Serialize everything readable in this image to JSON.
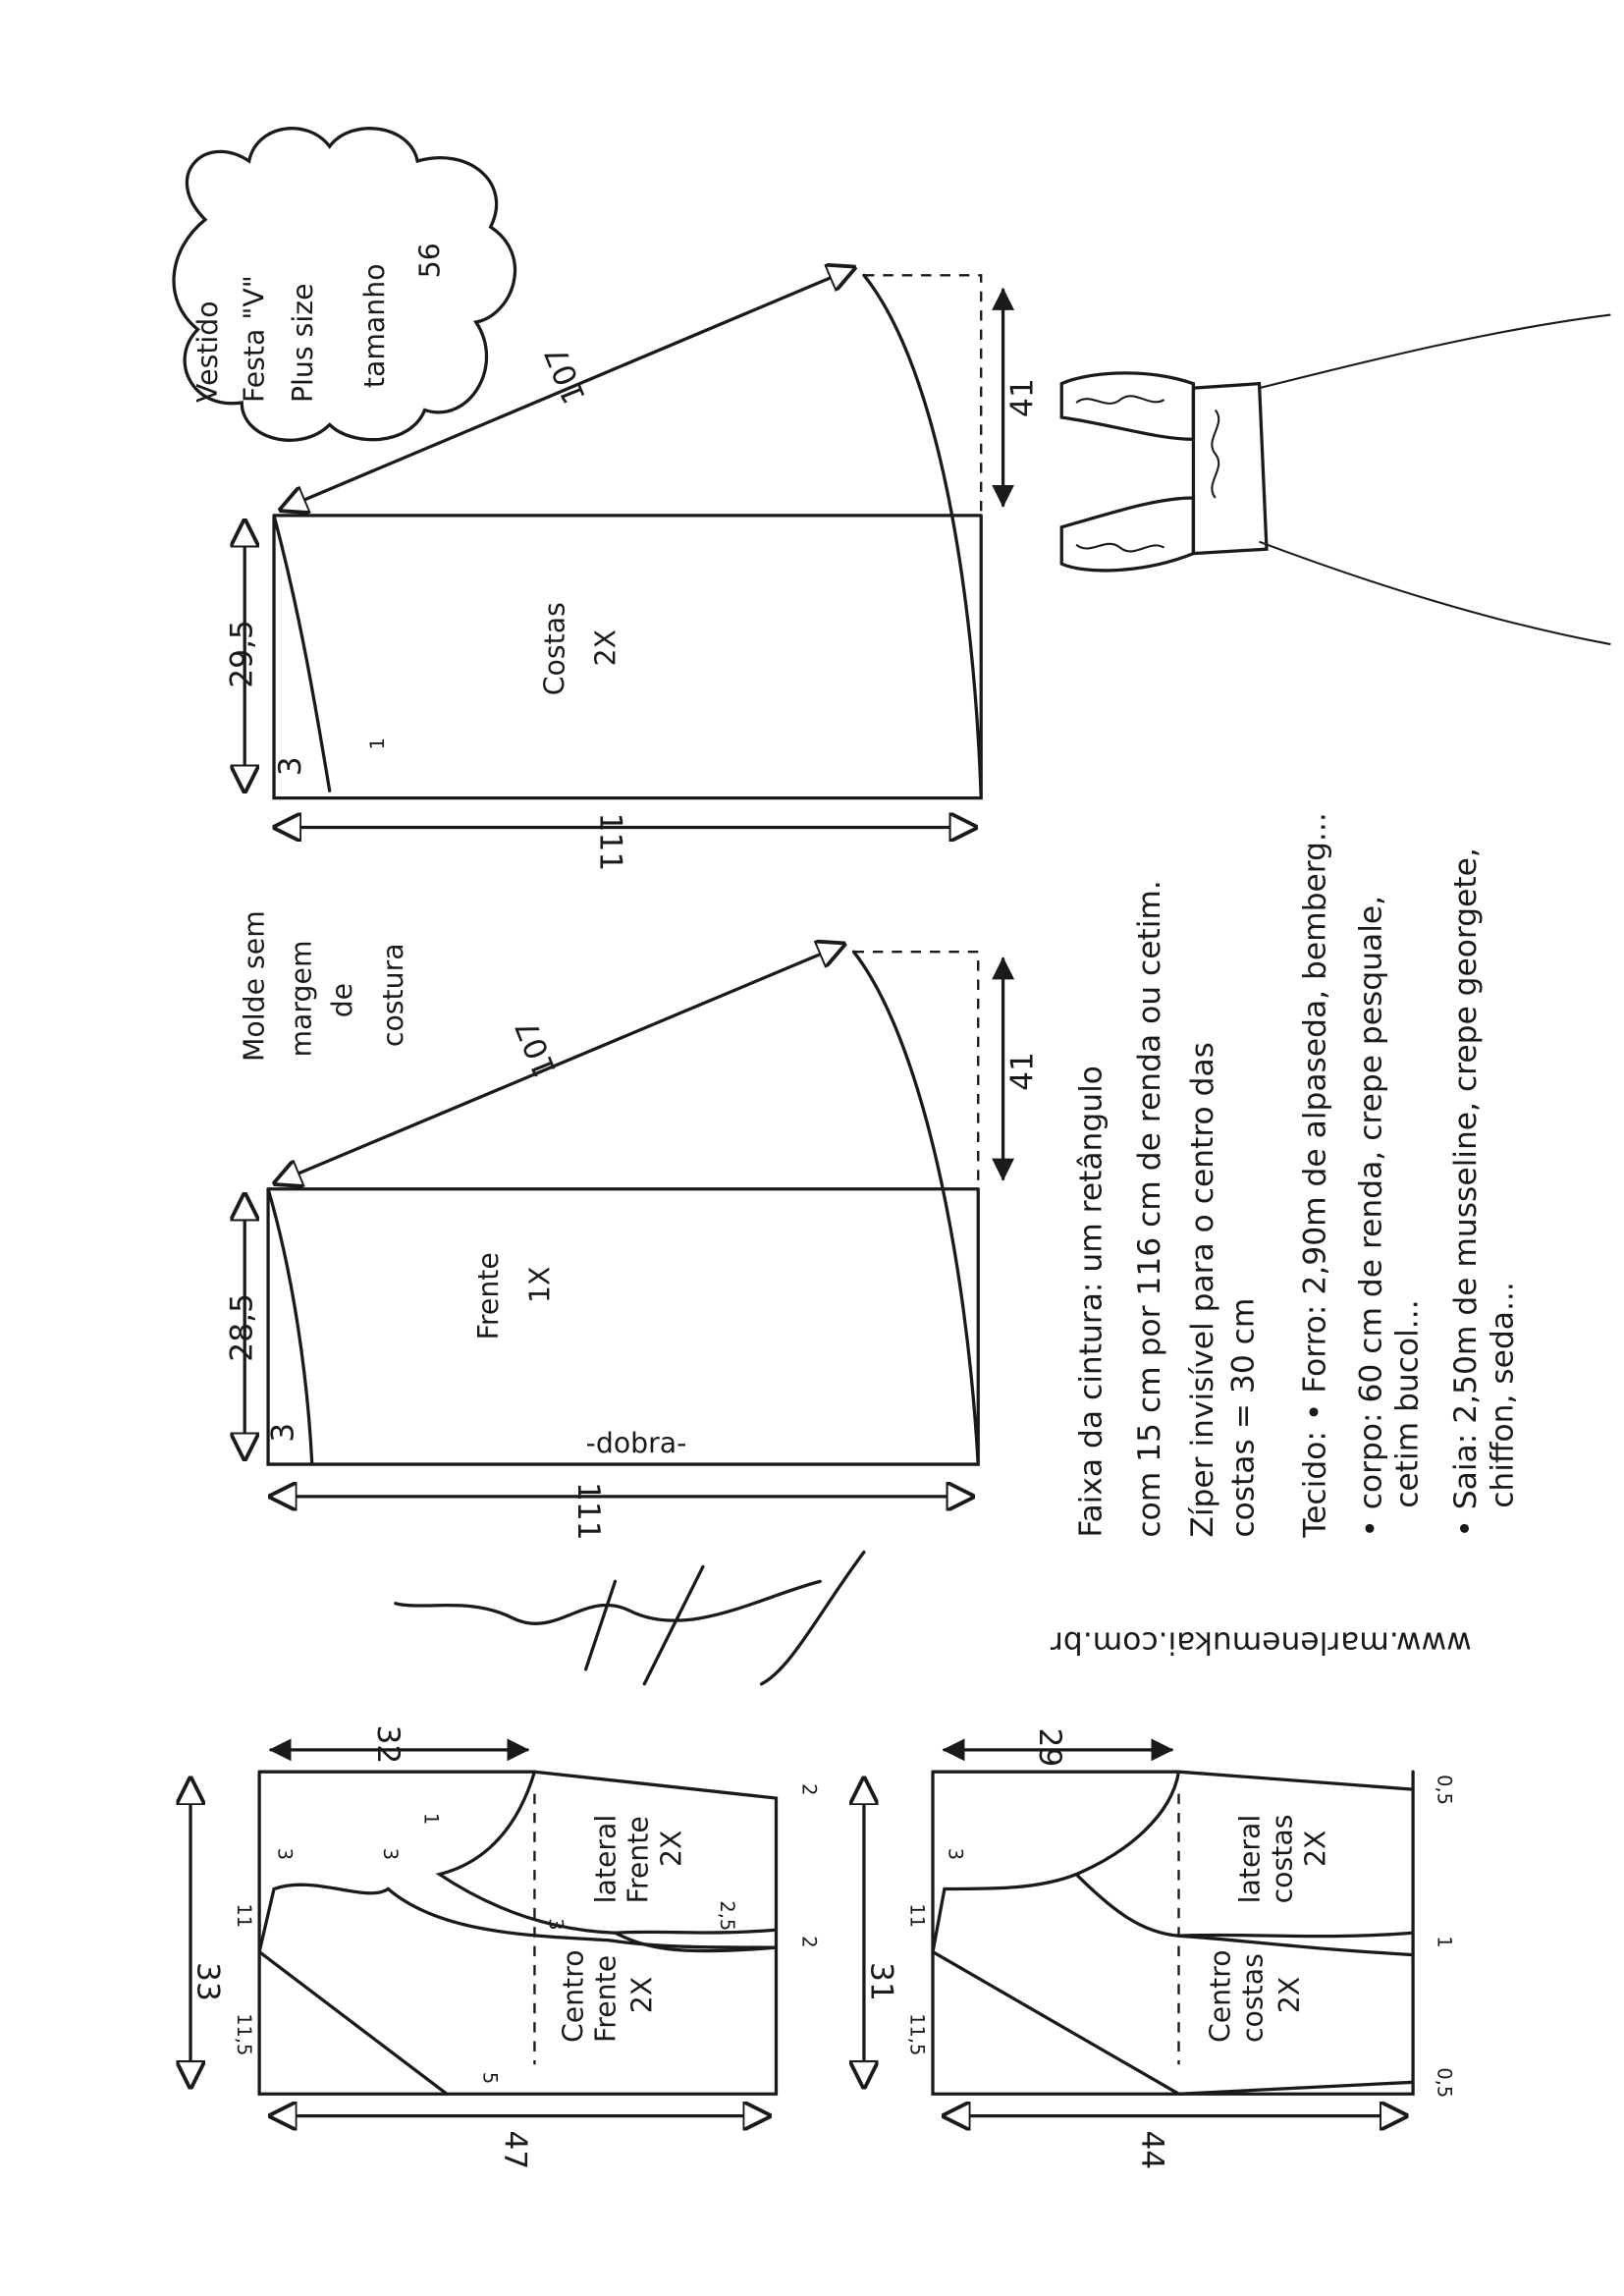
{
  "title_cloud": {
    "lines": [
      "Vestido",
      "Festa \"V\"",
      "Plus size",
      "tamanho",
      "56"
    ]
  },
  "pattern_note": {
    "lines": [
      "Molde sem",
      "margem",
      "de",
      "costura"
    ]
  },
  "skirt_back": {
    "label": "Costas",
    "count": "2X",
    "dims": {
      "diagonal": "107",
      "side": "41",
      "waist": "29,5",
      "offset": "3",
      "length": "111",
      "small": "1"
    }
  },
  "skirt_front": {
    "label": "Frente",
    "count": "1X",
    "fold": "-dobra-",
    "dims": {
      "diagonal": "107",
      "side": "41",
      "waist": "28,5",
      "offset": "3",
      "length": "111"
    }
  },
  "notes": [
    "Faixa da cintura: um retângulo",
    "com 15 cm por 116 cm de renda ou cetim.",
    "Zíper invisível para o centro das",
    "costas = 30 cm",
    "Tecido: • Forro: 2,90m de alpaseda, bemberg...",
    "• corpo: 60 cm de renda, crepe pesquale,",
    "cetim bucol...",
    "• Saia: 2,50m de musseline, crepe georgete,",
    "chiffon, seda..."
  ],
  "signature": "Marlene Mukai",
  "website": "www.marlenemukai.com.br",
  "bodice_front": {
    "center_label": [
      "Centro",
      "Frente",
      "2X"
    ],
    "side_label": [
      "lateral",
      "Frente",
      "2X"
    ],
    "dims": {
      "height": "33",
      "top": "32",
      "bottom": "47",
      "shoulder": "11",
      "neck": "11,5",
      "a": "3",
      "b": "3",
      "c": "1",
      "d": "3",
      "e": "2,5",
      "f": "5",
      "g": "2",
      "h": "2"
    }
  },
  "bodice_back": {
    "center_label": [
      "Centro",
      "costas",
      "2X"
    ],
    "side_label": [
      "lateral",
      "costas",
      "2X"
    ],
    "dims": {
      "height": "31",
      "top": "29",
      "bottom": "44",
      "shoulder": "11",
      "neck": "11,5",
      "a": "3",
      "b": "0,5",
      "c": "1",
      "d": "0,5"
    }
  }
}
